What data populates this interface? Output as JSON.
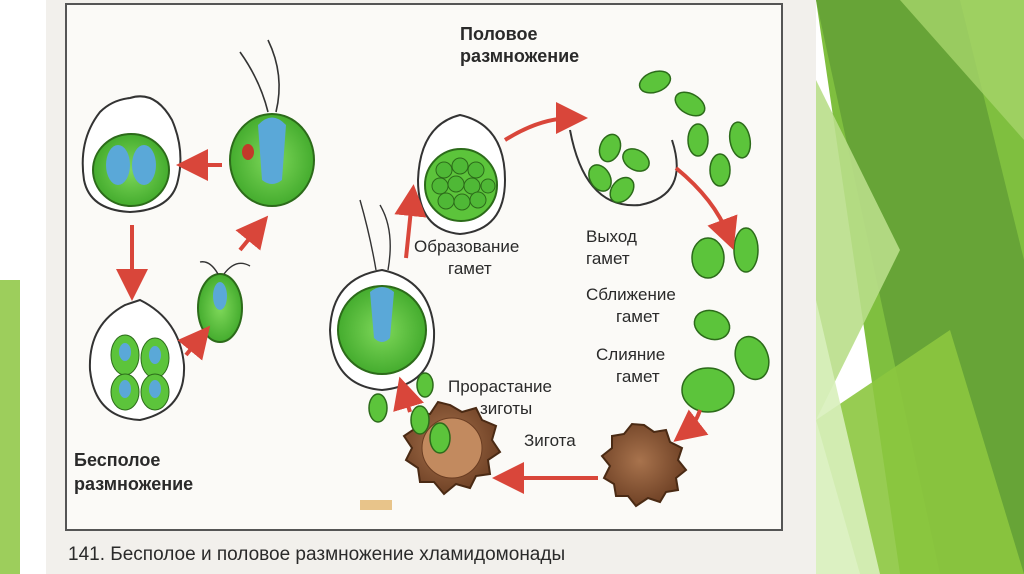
{
  "diagram": {
    "title_sexual": [
      "Половое",
      "размножение"
    ],
    "title_asexual": [
      "Бесполое",
      "размножение"
    ],
    "labels": {
      "gamete_formation": [
        "Образование",
        "гамет"
      ],
      "gamete_release": [
        "Выход",
        "гамет"
      ],
      "gamete_approach": [
        "Сближение",
        "гамет"
      ],
      "gamete_fusion": [
        "Слияние",
        "гамет"
      ],
      "zygote_germination": [
        "Прорастание",
        "зиготы"
      ],
      "zygote": "Зигота"
    },
    "caption": "141. Бесполое и половое размножение хламидомонады"
  },
  "colors": {
    "cell_green": "#5cc43b",
    "nucleus_blue": "#5aa8d8",
    "arrow_red": "#d9463a",
    "zygote_brown": "#7a4a2c",
    "slide_green_dark": "#5f9b36",
    "slide_green_light": "#8cc63f"
  }
}
